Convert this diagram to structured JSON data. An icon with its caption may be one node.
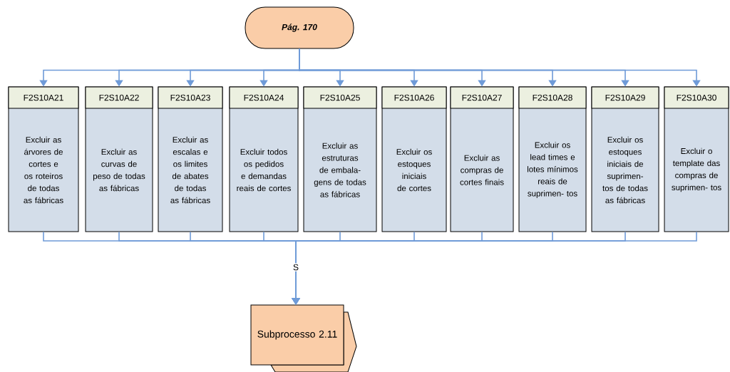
{
  "diagram": {
    "nodes": [
      {
        "text": [
          "Pág. 170"
        ]
      },
      {
        "text": [
          "F2S10A21",
          "Excluir as árvores de cortes e os roteiros de todas as fábricas"
        ]
      },
      {
        "text": [
          "F2S10A22",
          "Excluir as curvas de peso de todas as fábricas"
        ]
      },
      {
        "text": [
          "F2S10A23",
          "Excluir as escalas e os limites de abates de todas as fábricas"
        ]
      },
      {
        "text": [
          "F2S10A24",
          "Excluir todos os pedidos e demandas reais de cortes"
        ]
      },
      {
        "text": [
          "F2S10A25",
          "Excluir as estruturas de embala- gens de todas as fábricas"
        ]
      },
      {
        "text": [
          "F2S10A26",
          "Excluir os estoques iniciais de cortes"
        ]
      },
      {
        "text": [
          "F2S10A27",
          "Excluir as compras de cortes finais"
        ]
      },
      {
        "text": [
          "F2S10A28",
          "Excluir os lead times e lotes mínimos reais de suprimen- tos"
        ]
      },
      {
        "text": [
          "F2S10A29",
          "Excluir os estoques iniciais de suprimen- tos de todas as fábricas"
        ]
      },
      {
        "text": [
          "F2S10A30",
          "Excluir o template das compras de suprimen- tos"
        ]
      },
      {
        "text": [
          "Subprocesso 2.11"
        ]
      }
    ],
    "edges": [
      {
        "from": 0,
        "to": 1,
        "arrow": "to"
      },
      {
        "from": 0,
        "to": 2,
        "arrow": "to"
      },
      {
        "from": 0,
        "to": 3,
        "arrow": "to"
      },
      {
        "from": 0,
        "to": 4,
        "arrow": "to"
      },
      {
        "from": 0,
        "to": 5,
        "arrow": "to"
      },
      {
        "from": 0,
        "to": 6,
        "arrow": "to"
      },
      {
        "from": 0,
        "to": 7,
        "arrow": "to"
      },
      {
        "from": 0,
        "to": 8,
        "arrow": "to"
      },
      {
        "from": 0,
        "to": 9,
        "arrow": "to"
      },
      {
        "from": 0,
        "to": 10,
        "arrow": "to"
      },
      {
        "from": 1,
        "to": 11,
        "arrow": "to",
        "label": "S"
      },
      {
        "from": 2,
        "to": 11,
        "arrow": "to"
      },
      {
        "from": 3,
        "to": 11,
        "arrow": "to"
      },
      {
        "from": 4,
        "to": 11,
        "arrow": "to"
      },
      {
        "from": 5,
        "to": 11,
        "arrow": "to"
      },
      {
        "from": 6,
        "to": 11,
        "arrow": "to"
      },
      {
        "from": 7,
        "to": 11,
        "arrow": "to"
      },
      {
        "from": 8,
        "to": 11,
        "arrow": "to"
      },
      {
        "from": 9,
        "to": 11,
        "arrow": "to"
      },
      {
        "from": 10,
        "to": 11,
        "arrow": "to"
      }
    ]
  }
}
